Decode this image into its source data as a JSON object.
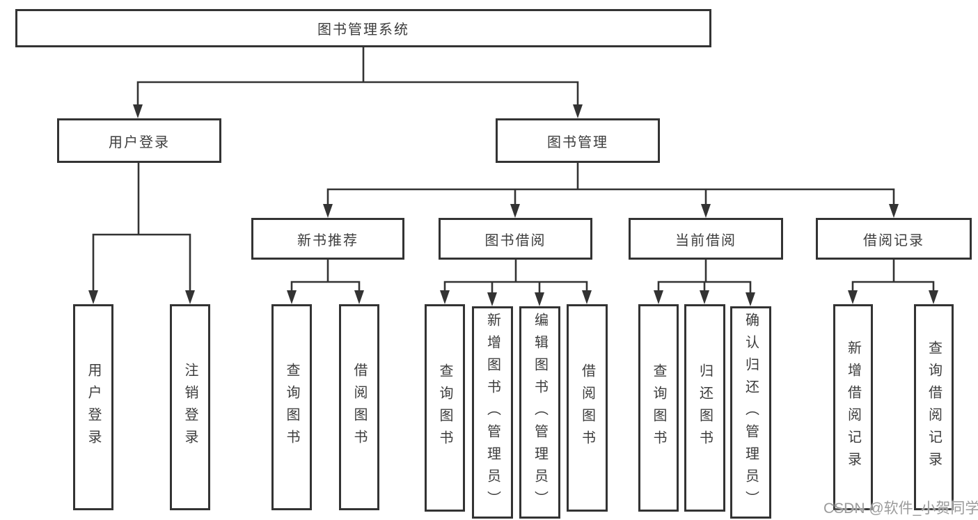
{
  "tree": {
    "root": {
      "label": "图书管理系统"
    },
    "branches": [
      {
        "label": "用户登录",
        "children": [
          {
            "label": "用户登录"
          },
          {
            "label": "注销登录"
          }
        ]
      },
      {
        "label": "图书管理",
        "sections": [
          {
            "label": "新书推荐",
            "children": [
              {
                "label": "查询图书"
              },
              {
                "label": "借阅图书"
              }
            ]
          },
          {
            "label": "图书借阅",
            "children": [
              {
                "label": "查询图书"
              },
              {
                "label": "新增图书（管理员）"
              },
              {
                "label": "编辑图书（管理员）"
              },
              {
                "label": "借阅图书"
              }
            ]
          },
          {
            "label": "当前借阅",
            "children": [
              {
                "label": "查询图书"
              },
              {
                "label": "归还图书"
              },
              {
                "label": "确认归还（管理员）"
              }
            ]
          },
          {
            "label": "借阅记录",
            "children": [
              {
                "label": "新增借阅记录"
              },
              {
                "label": "查询借阅记录"
              }
            ]
          }
        ]
      }
    ]
  },
  "watermark": {
    "text": "CSDN @软件_小贺同学"
  },
  "colors": {
    "line": "#333333",
    "box_border": "#333333",
    "text": "#3d3d3d",
    "watermark": "#9b9b9b",
    "background": "#ffffff"
  }
}
